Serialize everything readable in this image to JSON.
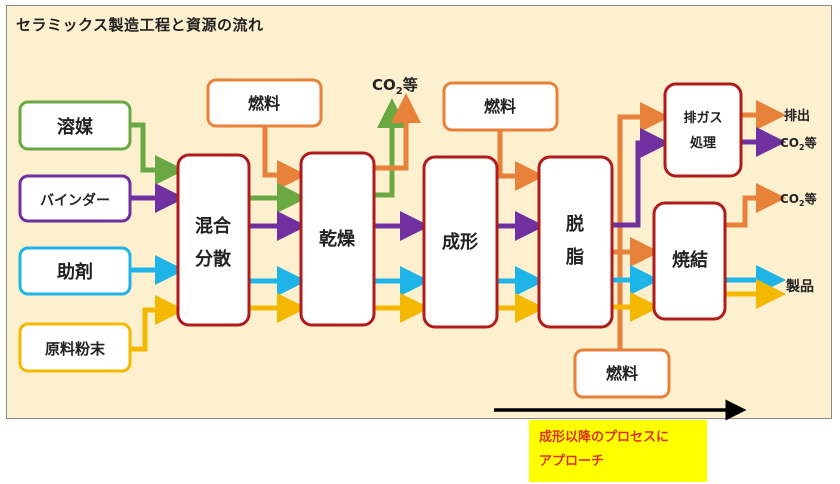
{
  "title": "セラミックス製造工程と資源の流れ",
  "colors": {
    "background": "#fdf0cf",
    "process_border": "#b01c1c",
    "fuel_border": "#e8813a",
    "solvent": "#6aa843",
    "binder": "#7030a0",
    "additive": "#1eb4e8",
    "powder": "#f5b800",
    "fuel": "#e8813a",
    "note_bg": "#ffff00",
    "note_text": "#e0301e"
  },
  "inputs": [
    {
      "id": "solvent",
      "label": "溶媒",
      "color": "#6aa843"
    },
    {
      "id": "binder",
      "label": "バインダー",
      "color": "#7030a0"
    },
    {
      "id": "additive",
      "label": "助剤",
      "color": "#1eb4e8"
    },
    {
      "id": "powder",
      "label": "原料粉末",
      "color": "#f5b800"
    }
  ],
  "processes": [
    {
      "id": "mix",
      "label_lines": [
        "混合",
        "分散"
      ]
    },
    {
      "id": "dry",
      "label_lines": [
        "乾燥"
      ]
    },
    {
      "id": "form",
      "label_lines": [
        "成形"
      ]
    },
    {
      "id": "debind",
      "label_lines": [
        "脱",
        "脂"
      ]
    },
    {
      "id": "sinter",
      "label_lines": [
        "焼結"
      ]
    },
    {
      "id": "exhaust",
      "label_lines": [
        "排ガス",
        "処理"
      ]
    }
  ],
  "fuels": [
    {
      "id": "fuel-dry",
      "label": "燃料"
    },
    {
      "id": "fuel-debind",
      "label": "燃料"
    },
    {
      "id": "fuel-bottom",
      "label": "燃料"
    }
  ],
  "outputs": {
    "dry_emission": {
      "label_main": "CO",
      "label_sub": "2",
      "label_suffix": "等"
    },
    "exhaust_out": "排出",
    "exhaust_co2": {
      "label_main": "CO",
      "label_sub": "2",
      "label_suffix": "等"
    },
    "sinter_co2": {
      "label_main": "CO",
      "label_sub": "2",
      "label_suffix": "等"
    },
    "product": "製品"
  },
  "note": {
    "line1": "成形以降のプロセスに",
    "line2": "アプローチ"
  }
}
